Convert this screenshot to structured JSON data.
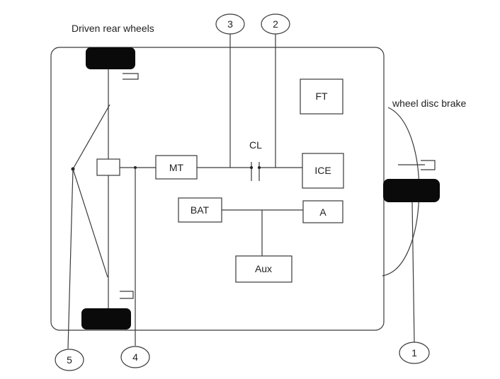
{
  "labels": {
    "rear_wheels": "Driven rear wheels",
    "disc_brake": "wheel disc brake",
    "clutch": "CL"
  },
  "components": {
    "ft": "FT",
    "mt": "MT",
    "ice": "ICE",
    "bat": "BAT",
    "alternator": "A",
    "aux": "Aux"
  },
  "markers": [
    "1",
    "2",
    "3",
    "4",
    "5"
  ],
  "colors": {
    "stroke": "#3a3a3a",
    "wheel": "#0a0a0a",
    "background": "#ffffff"
  }
}
